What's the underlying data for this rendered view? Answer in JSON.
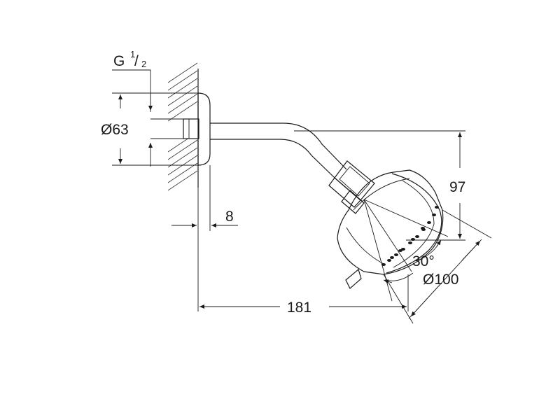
{
  "labels": {
    "thread_letter": "G",
    "thread_num": "1",
    "thread_den": "2",
    "dia_flange": "Ø63",
    "wall_offset": "8",
    "height": "97",
    "angle": "30°",
    "dia_head": "Ø100",
    "projection": "181"
  },
  "colors": {
    "line": "#1a1a1a",
    "background": "#ffffff"
  }
}
